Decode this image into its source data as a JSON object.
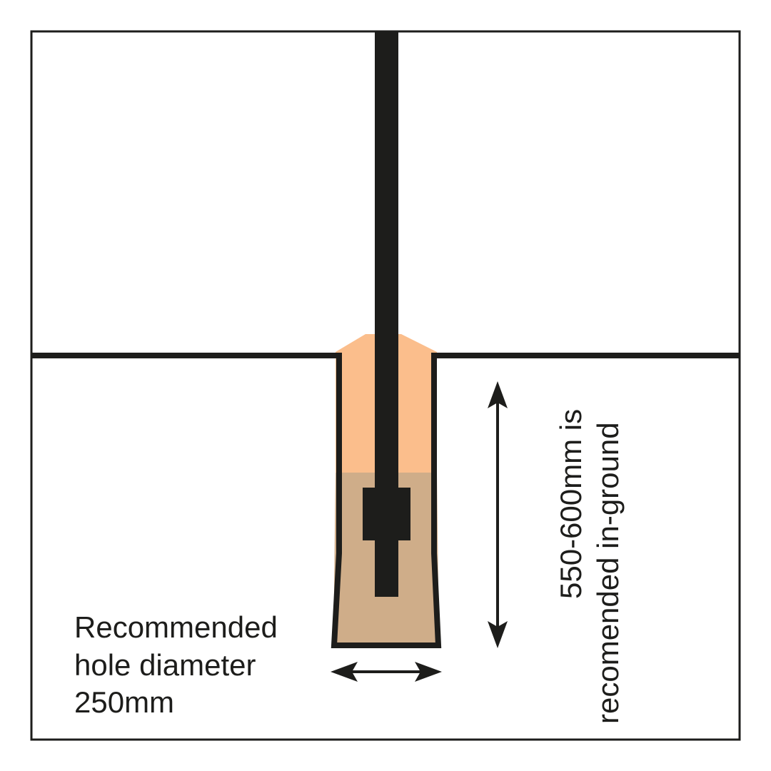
{
  "colors": {
    "outline": "#1d1d1b",
    "backfill": "#fbbe8c",
    "concrete": "#cfad89",
    "background": "#ffffff"
  },
  "labels": {
    "hole_diameter_line1": "Recommended",
    "hole_diameter_line2": "hole diameter",
    "hole_diameter_line3": "250mm",
    "depth_line1": "550-600mm is",
    "depth_line2": "recomended in-ground"
  }
}
